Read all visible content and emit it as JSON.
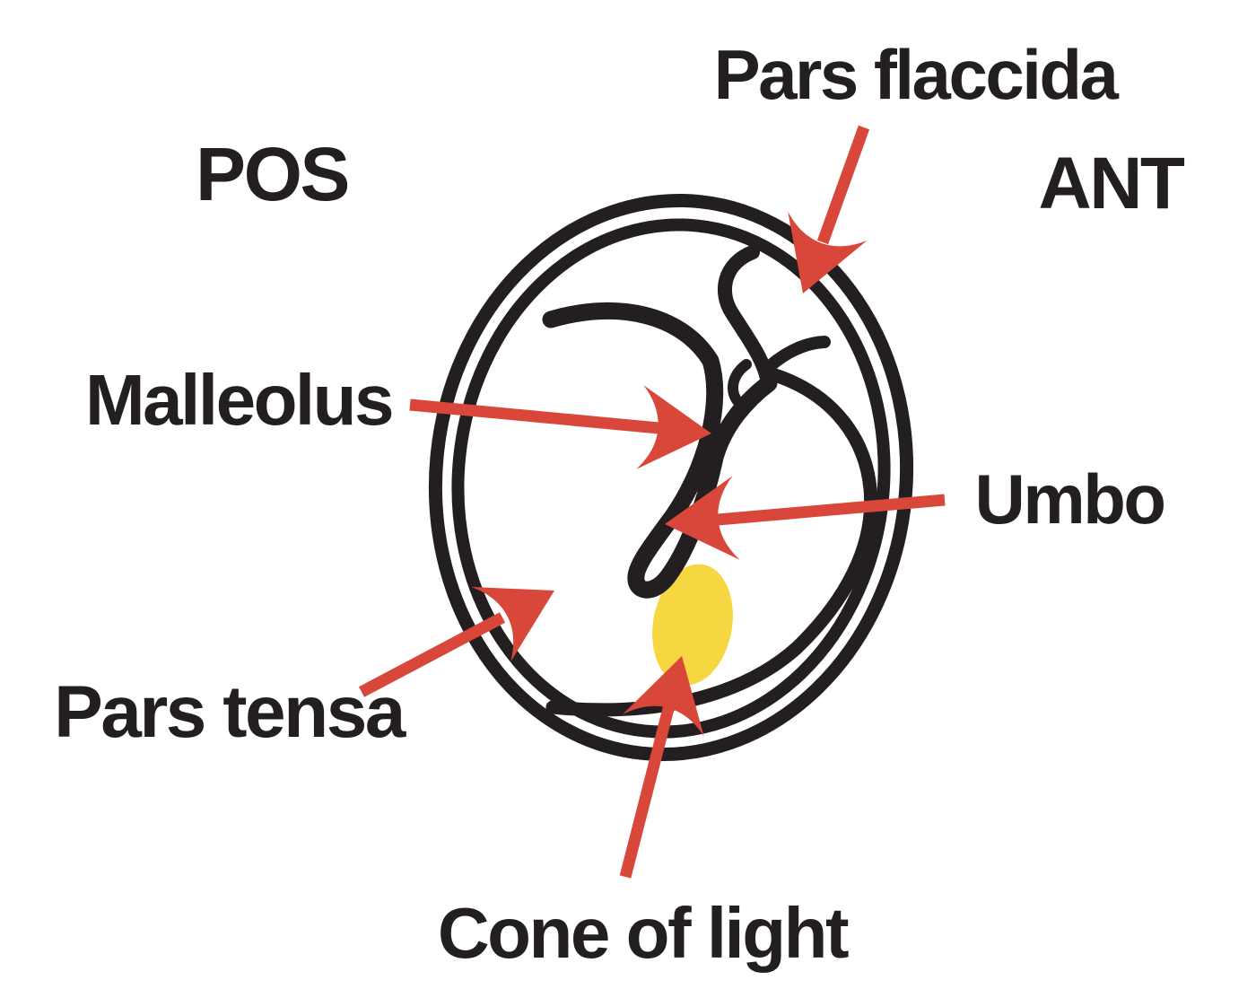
{
  "colors": {
    "ink": "#231f20",
    "arrow_red": "#d9473b",
    "cone_yellow": "#f6d742",
    "background": "#ffffff"
  },
  "orientation": {
    "left": "POS",
    "right": "ANT"
  },
  "labels": {
    "pars_flaccida": "Pars flaccida",
    "malleolus": "Malleolus",
    "umbo": "Umbo",
    "pars_tensa": "Pars tensa",
    "cone_of_light": "Cone of light"
  }
}
